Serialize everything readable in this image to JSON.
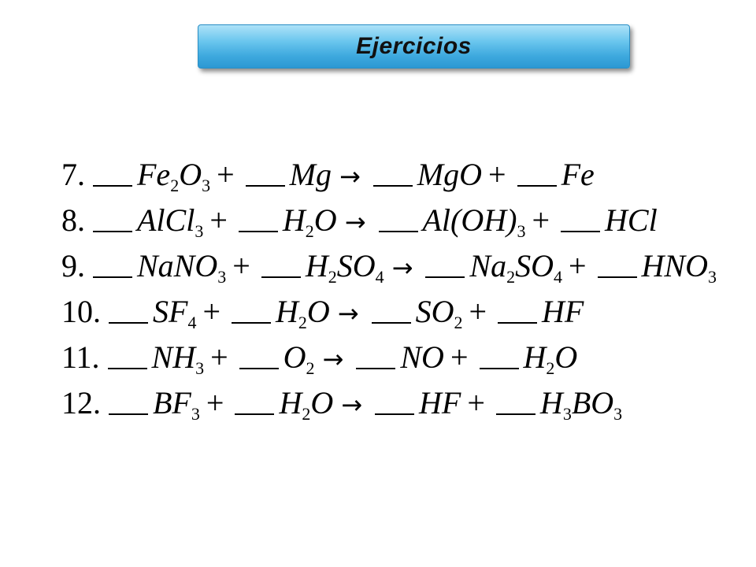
{
  "title": "Ejercicios",
  "operators": {
    "plus": "+",
    "arrow": "→"
  },
  "equations": [
    {
      "number": "7.",
      "reactants": [
        {
          "base": "Fe",
          "parts": [
            [
              "Fe",
              "2"
            ],
            [
              "O",
              "3"
            ]
          ]
        },
        {
          "parts": [
            [
              "Mg",
              ""
            ]
          ]
        }
      ],
      "products": [
        {
          "parts": [
            [
              "MgO",
              ""
            ]
          ]
        },
        {
          "parts": [
            [
              "Fe",
              ""
            ]
          ]
        }
      ]
    },
    {
      "number": "8.",
      "reactants": [
        {
          "parts": [
            [
              "AlCl",
              "3"
            ]
          ]
        },
        {
          "parts": [
            [
              "H",
              "2"
            ],
            [
              "O",
              ""
            ]
          ]
        }
      ],
      "products": [
        {
          "parts": [
            [
              "Al(OH)",
              "3"
            ]
          ]
        },
        {
          "parts": [
            [
              "HCl",
              ""
            ]
          ]
        }
      ]
    },
    {
      "number": "9.",
      "reactants": [
        {
          "parts": [
            [
              "NaNO",
              "3"
            ]
          ]
        },
        {
          "parts": [
            [
              "H",
              "2"
            ],
            [
              "SO",
              "4"
            ]
          ]
        }
      ],
      "products": [
        {
          "parts": [
            [
              "Na",
              "2"
            ],
            [
              "SO",
              "4"
            ]
          ]
        },
        {
          "parts": [
            [
              "HNO",
              "3"
            ]
          ]
        }
      ]
    },
    {
      "number": "10.",
      "reactants": [
        {
          "parts": [
            [
              "SF",
              "4"
            ]
          ]
        },
        {
          "parts": [
            [
              "H",
              "2"
            ],
            [
              "O",
              ""
            ]
          ]
        }
      ],
      "products": [
        {
          "parts": [
            [
              "SO",
              "2"
            ]
          ]
        },
        {
          "parts": [
            [
              "HF",
              ""
            ]
          ]
        }
      ]
    },
    {
      "number": "11.",
      "reactants": [
        {
          "parts": [
            [
              "NH",
              "3"
            ]
          ]
        },
        {
          "parts": [
            [
              "O",
              "2"
            ]
          ]
        }
      ],
      "products": [
        {
          "parts": [
            [
              "NO",
              ""
            ]
          ]
        },
        {
          "parts": [
            [
              "H",
              "2"
            ],
            [
              "O",
              ""
            ]
          ]
        }
      ]
    },
    {
      "number": "12.",
      "reactants": [
        {
          "parts": [
            [
              "BF",
              "3"
            ]
          ]
        },
        {
          "parts": [
            [
              "H",
              "2"
            ],
            [
              "O",
              ""
            ]
          ]
        }
      ],
      "products": [
        {
          "parts": [
            [
              "HF",
              ""
            ]
          ]
        },
        {
          "parts": [
            [
              "H",
              "3"
            ],
            [
              "BO",
              "3"
            ]
          ]
        }
      ]
    }
  ]
}
